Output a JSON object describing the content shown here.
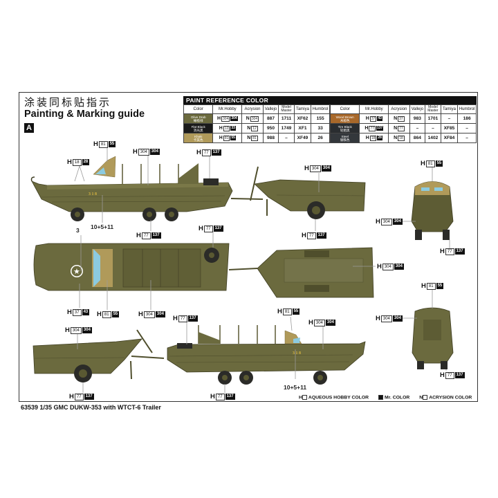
{
  "header": {
    "title_cn": "涂装同标贴指示",
    "title_en": "Painting & Marking guide",
    "scheme_letter": "A"
  },
  "paint_reference": {
    "title": "PAINT  REFERENCE COLOR",
    "columns": [
      "Color",
      "Mr.Hobby",
      "Acrysion",
      "Vallejo",
      "Model Master",
      "Tamiya",
      "Humbrol"
    ],
    "left_rows": [
      {
        "name": "Olive Drab",
        "name_cn": "橄榄绿",
        "swatch": "#6b6a3e",
        "h_aq": "304",
        "h_mr": "304",
        "n": "304",
        "vallejo": "887",
        "model_master": "1711",
        "tamiya": "XF62",
        "humbrol": "155"
      },
      {
        "name": "Flat Black",
        "name_cn": "消光黑",
        "swatch": "#1a1a1a",
        "h_aq": "12",
        "h_mr": "33",
        "n": "12",
        "vallejo": "950",
        "model_master": "1749",
        "tamiya": "XF1",
        "humbrol": "33"
      },
      {
        "name": "Khaki",
        "name_cn": "卡其色",
        "swatch": "#b09a5a",
        "h_aq": "81",
        "h_mr": "55",
        "n": "81",
        "vallejo": "988",
        "model_master": "–",
        "tamiya": "XF49",
        "humbrol": "26"
      }
    ],
    "right_rows": [
      {
        "name": "Wood Brown",
        "name_cn": "木棕色",
        "swatch": "#a8682a",
        "h_aq": "37",
        "h_mr": "43",
        "n": "37",
        "vallejo": "983",
        "model_master": "1701",
        "tamiya": "–",
        "humbrol": "186"
      },
      {
        "name": "Tire Black",
        "name_cn": "轮胎黑",
        "swatch": "#2a2d30",
        "h_aq": "77",
        "h_mr": "137",
        "n": "77",
        "vallejo": "–",
        "model_master": "–",
        "tamiya": "XF85",
        "humbrol": "–"
      },
      {
        "name": "Steel",
        "name_cn": "钢铁色",
        "swatch": "#33373b",
        "h_aq": "18",
        "h_mr": "28",
        "n": "18",
        "vallejo": "864",
        "model_master": "1402",
        "tamiya": "XF84",
        "humbrol": "–"
      }
    ]
  },
  "callouts": {
    "prefix": "H",
    "khaki": {
      "aq": "81",
      "mr": "55"
    },
    "olive": {
      "aq": "304",
      "mr": "304"
    },
    "tire": {
      "aq": "77",
      "mr": "137"
    },
    "steel": {
      "aq": "18",
      "mr": "28"
    },
    "wood": {
      "aq": "37",
      "mr": "43"
    }
  },
  "decal_notes": {
    "side_number": "10+5+11",
    "star": "3",
    "hull_number": "3 1 8"
  },
  "footer": {
    "title": "63539 1/35 GMC DUKW-353 with WTCT-6 Trailer",
    "legend": [
      {
        "prefix": "H",
        "label": "AQUEOUS HOBBY COLOR"
      },
      {
        "prefix": "",
        "label": "Mr. COLOR"
      },
      {
        "prefix": "N",
        "label": "ACRYSION COLOR"
      }
    ]
  },
  "colors": {
    "olive": "#6b6a3e",
    "olive_dark": "#4f4e2c",
    "khaki": "#b09a5a",
    "tire": "#2b2b28",
    "glass": "#8ccbe0"
  }
}
